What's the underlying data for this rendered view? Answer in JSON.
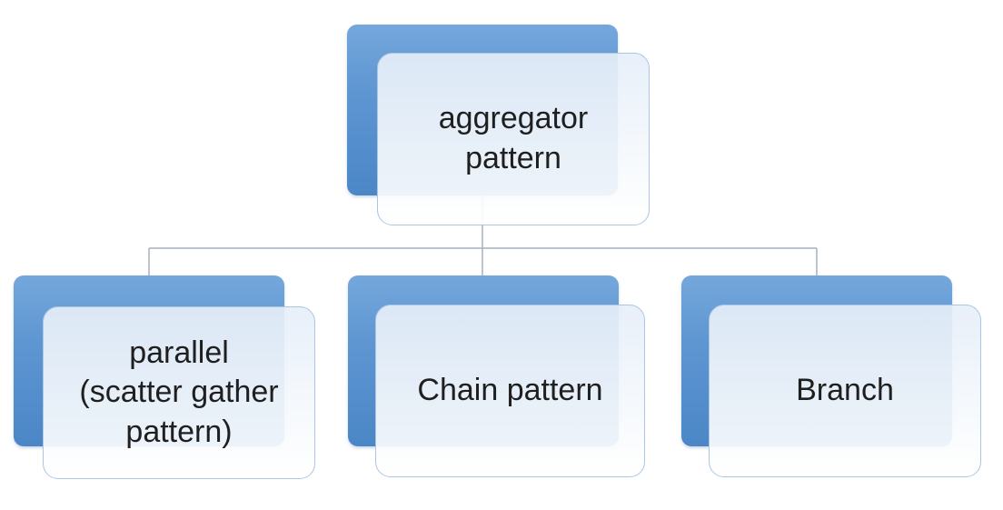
{
  "diagram": {
    "type": "hierarchy",
    "nodes": {
      "root": {
        "label": "aggregator\npattern"
      },
      "children": [
        {
          "label": "parallel\n(scatter gather\npattern)"
        },
        {
          "label": "Chain pattern"
        },
        {
          "label": "Branch"
        }
      ]
    },
    "edges": [
      {
        "from": "aggregator pattern",
        "to": "parallel (scatter gather pattern)"
      },
      {
        "from": "aggregator pattern",
        "to": "Chain pattern"
      },
      {
        "from": "aggregator pattern",
        "to": "Branch"
      }
    ],
    "colors": {
      "back_panel_blue_top": "#74a7db",
      "back_panel_blue_bottom": "#4b86c6",
      "front_panel_fill_top": "#e6eef9",
      "front_panel_fill_bottom": "#ffffff",
      "front_panel_border": "#aac6e2",
      "connector_line": "#a7b0ba",
      "label_text": "#1f1f1f",
      "background": "#ffffff"
    }
  }
}
